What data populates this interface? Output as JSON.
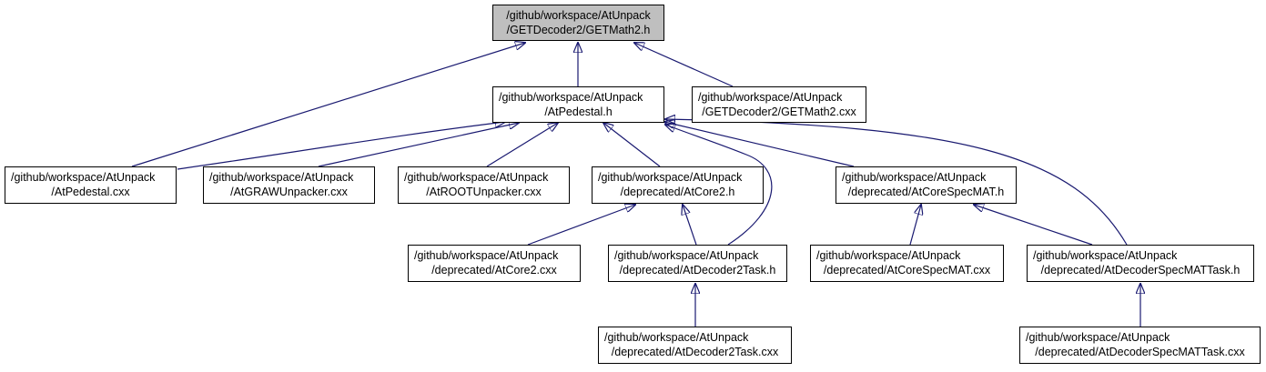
{
  "colors": {
    "edge": "#191970",
    "root_fill": "#bfbfbf",
    "node_fill": "#ffffff",
    "border": "#000000"
  },
  "nodes": {
    "root": {
      "line1": "/github/workspace/AtUnpack",
      "line2": "/GETDecoder2/GETMath2.h"
    },
    "atpedestal_h": {
      "line1": "/github/workspace/AtUnpack",
      "line2": "/AtPedestal.h"
    },
    "getmath2_cxx": {
      "line1": "/github/workspace/AtUnpack",
      "line2": "/GETDecoder2/GETMath2.cxx"
    },
    "atpedestal_cxx": {
      "line1": "/github/workspace/AtUnpack",
      "line2": "/AtPedestal.cxx"
    },
    "atgrawunpacker_cxx": {
      "line1": "/github/workspace/AtUnpack",
      "line2": "/AtGRAWUnpacker.cxx"
    },
    "atrootunpacker_cxx": {
      "line1": "/github/workspace/AtUnpack",
      "line2": "/AtROOTUnpacker.cxx"
    },
    "atcore2_h": {
      "line1": "/github/workspace/AtUnpack",
      "line2": "/deprecated/AtCore2.h"
    },
    "atcorespecmat_h": {
      "line1": "/github/workspace/AtUnpack",
      "line2": "/deprecated/AtCoreSpecMAT.h"
    },
    "atcore2_cxx": {
      "line1": "/github/workspace/AtUnpack",
      "line2": "/deprecated/AtCore2.cxx"
    },
    "atdecoder2task_h": {
      "line1": "/github/workspace/AtUnpack",
      "line2": "/deprecated/AtDecoder2Task.h"
    },
    "atcorespecmat_cxx": {
      "line1": "/github/workspace/AtUnpack",
      "line2": "/deprecated/AtCoreSpecMAT.cxx"
    },
    "atdecoderspecmattask_h": {
      "line1": "/github/workspace/AtUnpack",
      "line2": "/deprecated/AtDecoderSpecMATTask.h"
    },
    "atdecoder2task_cxx": {
      "line1": "/github/workspace/AtUnpack",
      "line2": "/deprecated/AtDecoder2Task.cxx"
    },
    "atdecoderspecmattask_cxx": {
      "line1": "/github/workspace/AtUnpack",
      "line2": "/deprecated/AtDecoderSpecMATTask.cxx"
    }
  }
}
